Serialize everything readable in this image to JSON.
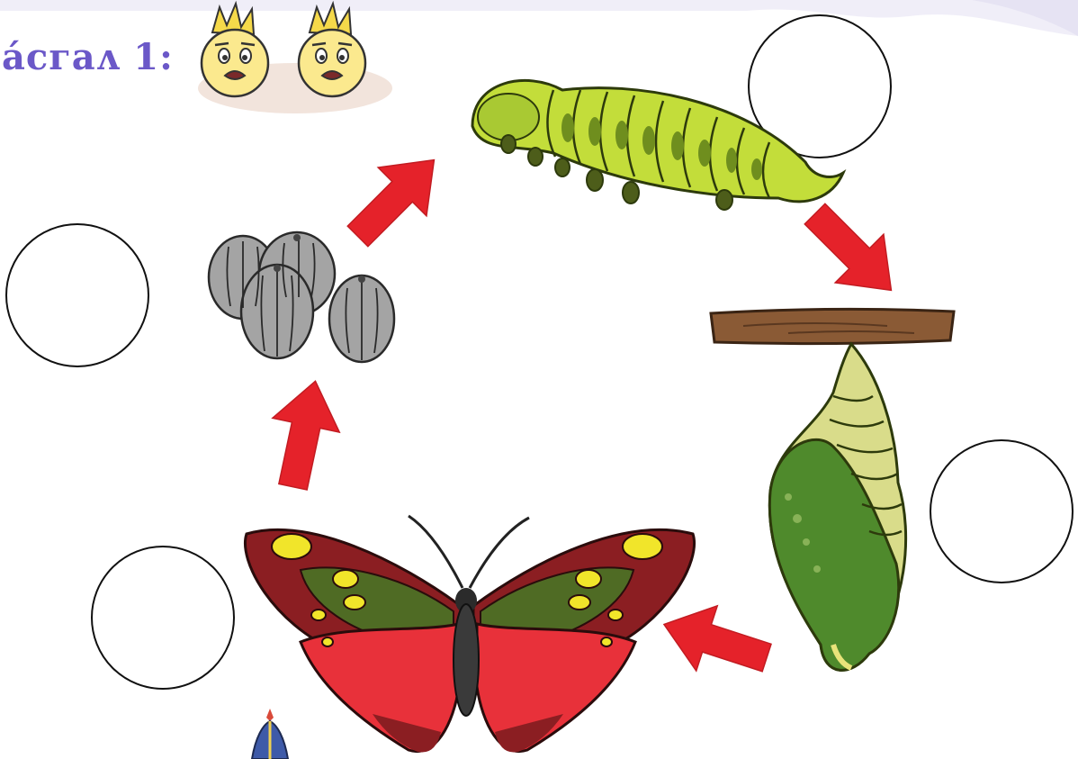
{
  "header": {
    "title": "ácгaʌ 1:"
  },
  "stages": [
    "eggs",
    "caterpillar",
    "pupa",
    "butterfly"
  ],
  "colors": {
    "title": "#6b58c8",
    "arrow": "#e5222a",
    "egg": "#9a9a9a",
    "caterpillar": "#b7d834",
    "chrysalis": "#4f8a2c",
    "wing_red": "#e8313a",
    "wing_dark": "#8b1e22",
    "wing_green": "#4f6b24",
    "wing_yellow": "#f1e52a",
    "twig": "#8a5a35"
  },
  "answer_circles": 4
}
